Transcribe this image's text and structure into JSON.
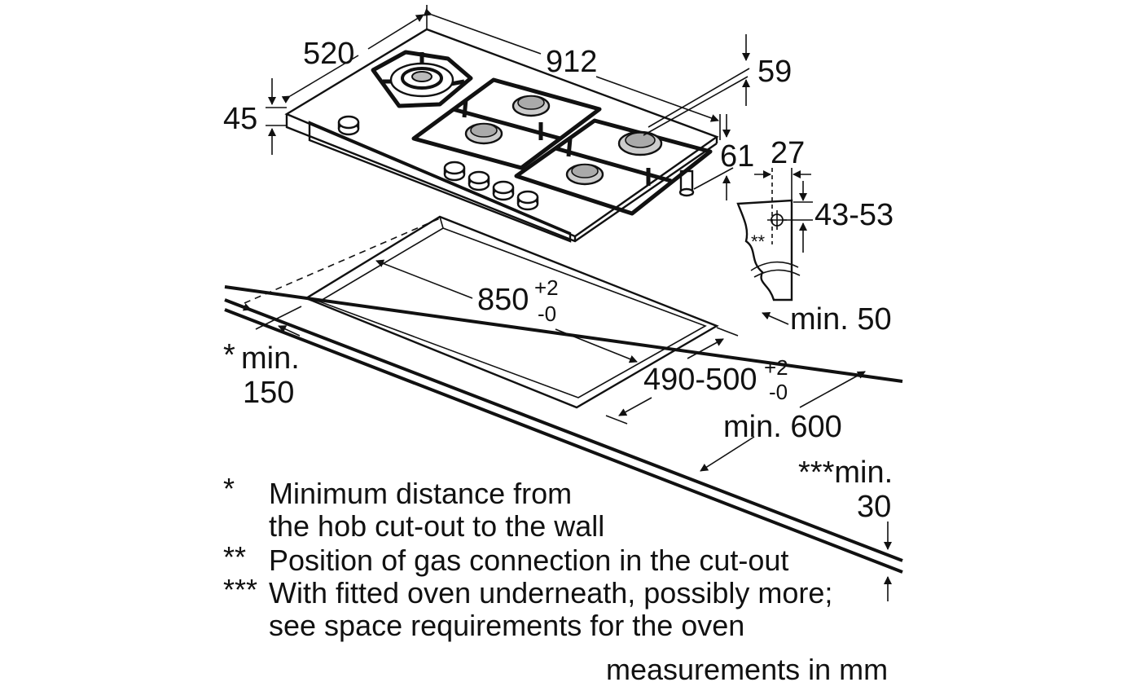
{
  "dimensions": {
    "depth": "520",
    "width": "912",
    "hob_height": "45",
    "top_clearance": "59",
    "bottom_depth": "61",
    "connection_offset": "27",
    "connection_height": "43-53",
    "cutout_width_main": "850",
    "cutout_width_tol_plus": "+2",
    "cutout_width_tol_minus": "-0",
    "cutout_depth_main": "490-500",
    "cutout_depth_tol_plus": "+2",
    "cutout_depth_tol_minus": "-0",
    "min_back": "min. 50",
    "min_wall_star": "*",
    "min_wall_label": "min.",
    "min_wall_value": "150",
    "min_depth": "min. 600",
    "min_oven_label": "***min.",
    "min_oven_value": "30",
    "gas_marker": "**"
  },
  "notes": [
    {
      "mark": "*",
      "line1": "Minimum distance from",
      "line2": "the hob cut-out to the wall"
    },
    {
      "mark": "**",
      "line1": "Position of gas connection in the cut-out",
      "line2": ""
    },
    {
      "mark": "***",
      "line1": "With fitted oven underneath, possibly more;",
      "line2": "see space requirements for the oven"
    }
  ],
  "units_note": "measurements in mm"
}
